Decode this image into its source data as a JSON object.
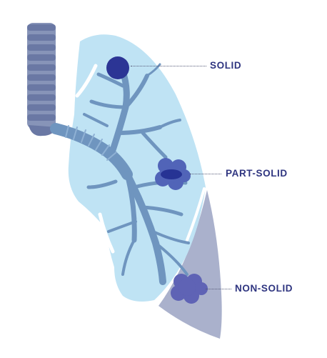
{
  "labels": {
    "solid": "SOLID",
    "part_solid": "PART-SOLID",
    "non_solid": "NON-SOLID"
  },
  "icons": {
    "trachea": "trachea-icon",
    "lung": "lung-icon",
    "bronchial_tree": "bronchial-tree-icon",
    "solid_nodule": "solid-nodule-icon",
    "part_solid_nodule": "part-solid-nodule-icon",
    "non_solid_nodule": "non-solid-nodule-icon"
  },
  "colors": {
    "label": "#2f3580",
    "lung_fill": "#bfe3f4",
    "airway": "#6f95bf",
    "trachea": "#6a78a4",
    "lobe_fill": "#aab1cc",
    "solid_nodule": "#2c3595",
    "part_solid_nodule": "#5164b8",
    "part_solid_core": "#263394",
    "non_solid_nodule": "#5f63b5"
  }
}
